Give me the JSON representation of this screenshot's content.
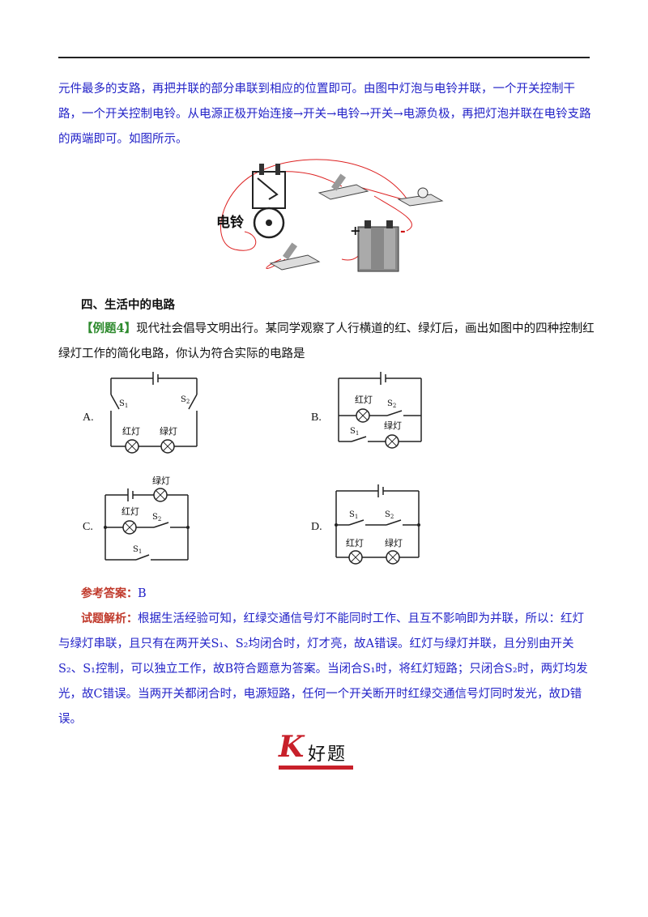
{
  "intro_text": "元件最多的支路，再把并联的部分串联到相应的位置即可。由图中灯泡与电铃并联，一个开关控制干路，一个开关控制电铃。从电源正极开始连接→开关→电铃→开关→电源负极，再把灯泡并联在电铃支路的两端即可。如图所示。",
  "figure": {
    "bell_label": "电铃",
    "plus": "+",
    "minus": "-"
  },
  "section_title": "四、生活中的电路",
  "question": {
    "tag": "【例题4】",
    "text": "现代社会倡导文明出行。某同学观察了人行横道的红、绿灯后，画出如图中的四种控制红绿灯工作的简化电路，你认为符合实际的电路是"
  },
  "options": {
    "a": "A.",
    "b": "B.",
    "c": "C.",
    "d": "D."
  },
  "circuit_labels": {
    "red": "红灯",
    "green": "绿灯",
    "s1": "S",
    "s2": "S",
    "sub1": "1",
    "sub2": "2"
  },
  "answer": {
    "label": "参考答案：",
    "value": "B"
  },
  "explanation": {
    "label": "试题解析：",
    "text": "根据生活经验可知，红绿交通信号灯不能同时工作、且互不影响即为并联，所以：红灯与绿灯串联，且只有在两开关S₁、S₂均闭合时，灯才亮，故A错误。红灯与绿灯并联，且分别由开关S₂、S₁控制，可以独立工作，故B符合题意为答案。当闭合S₁时，将红灯短路；只闭合S₂时，两灯均发光，故C错误。当两开关都闭合时，电源短路，任何一个开关断开时红绿交通信号灯同时发光，故D错误。"
  },
  "logo": {
    "letter": "K",
    "text": "好题"
  }
}
